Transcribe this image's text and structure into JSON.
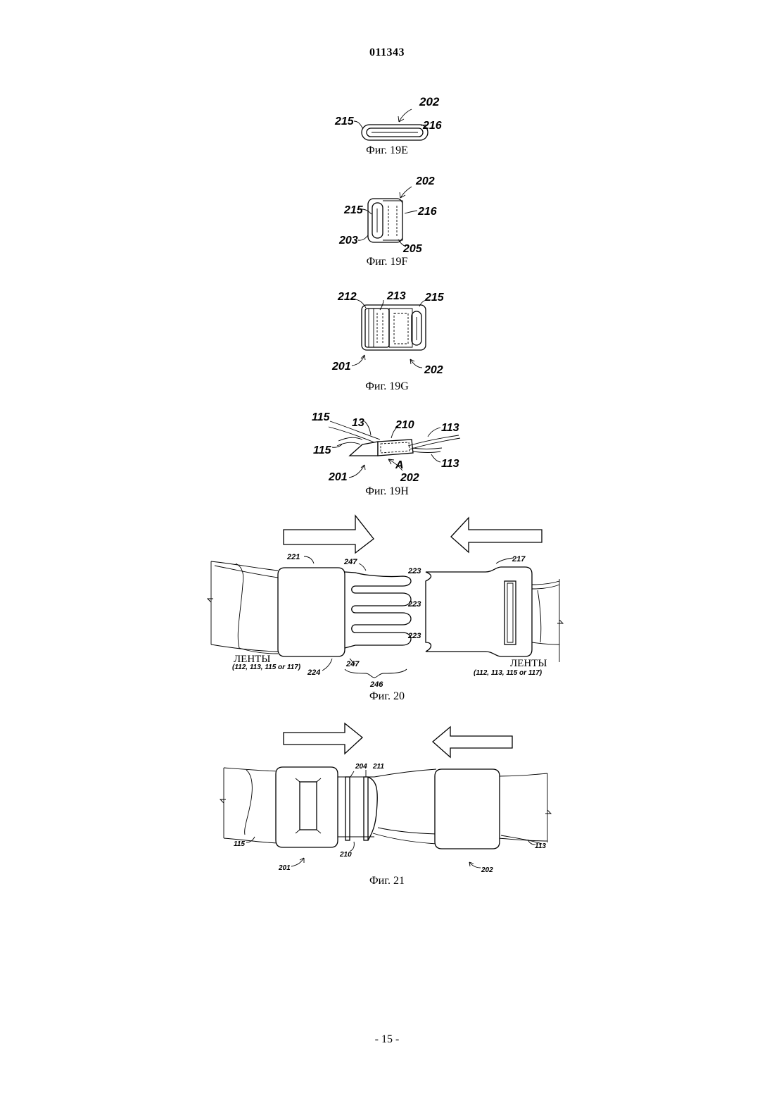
{
  "header": {
    "doc_number": "011343"
  },
  "figures": {
    "f19e": {
      "caption": "Фиг. 19E",
      "labels": [
        "202",
        "215",
        "216"
      ]
    },
    "f19f": {
      "caption": "Фиг. 19F",
      "labels": [
        "202",
        "215",
        "216",
        "203",
        "205"
      ]
    },
    "f19g": {
      "caption": "Фиг. 19G",
      "labels": [
        "212",
        "213",
        "215",
        "201",
        "202"
      ]
    },
    "f19h": {
      "caption": "Фиг. 19H",
      "labels": [
        "115",
        "13",
        "210",
        "113",
        "115",
        "113",
        "A",
        "201",
        "202"
      ]
    },
    "f20": {
      "caption": "Фиг. 20",
      "labels": [
        "221",
        "247",
        "223",
        "217",
        "223",
        "223",
        "247",
        "224",
        "246"
      ],
      "tape_left": "ЛЕНТЫ",
      "tape_left_refs": "(112, 113, 115 or 117)",
      "tape_right": "ЛЕНТЫ",
      "tape_right_refs": "(112, 113, 115 or 117)"
    },
    "f21": {
      "caption": "Фиг. 21",
      "labels": [
        "204",
        "211",
        "115",
        "210",
        "113",
        "201",
        "202"
      ]
    }
  },
  "footer": {
    "page": "- 15 -"
  }
}
